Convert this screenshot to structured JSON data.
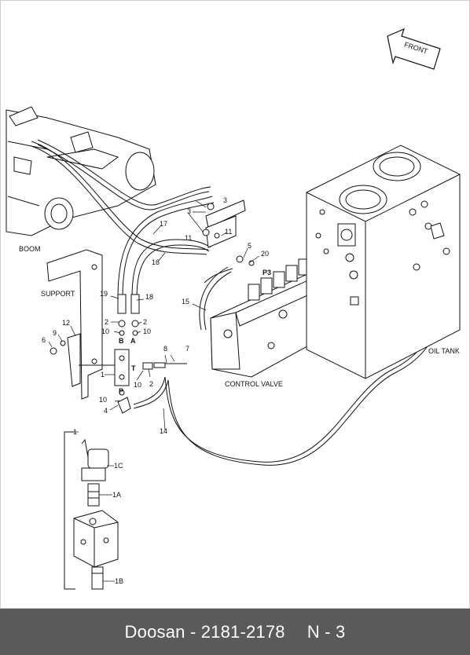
{
  "footer": {
    "left": "Doosan - 2181-2178",
    "right": "N - 3"
  },
  "labels": {
    "front": "FRONT",
    "boom": "BOOM",
    "support": "SUPPORT",
    "control_valve": "CONTROL VALVE",
    "oil_tank": "OIL TANK",
    "p3": "P3",
    "port_b": "B",
    "port_a": "A",
    "port_t": "T",
    "port_p": "P"
  },
  "callouts": [
    "1",
    "1A",
    "1B",
    "1C",
    "2",
    "3",
    "4",
    "5",
    "6",
    "7",
    "8",
    "9",
    "10",
    "11",
    "12",
    "14",
    "15",
    "16",
    "17",
    "18",
    "19",
    "20"
  ]
}
